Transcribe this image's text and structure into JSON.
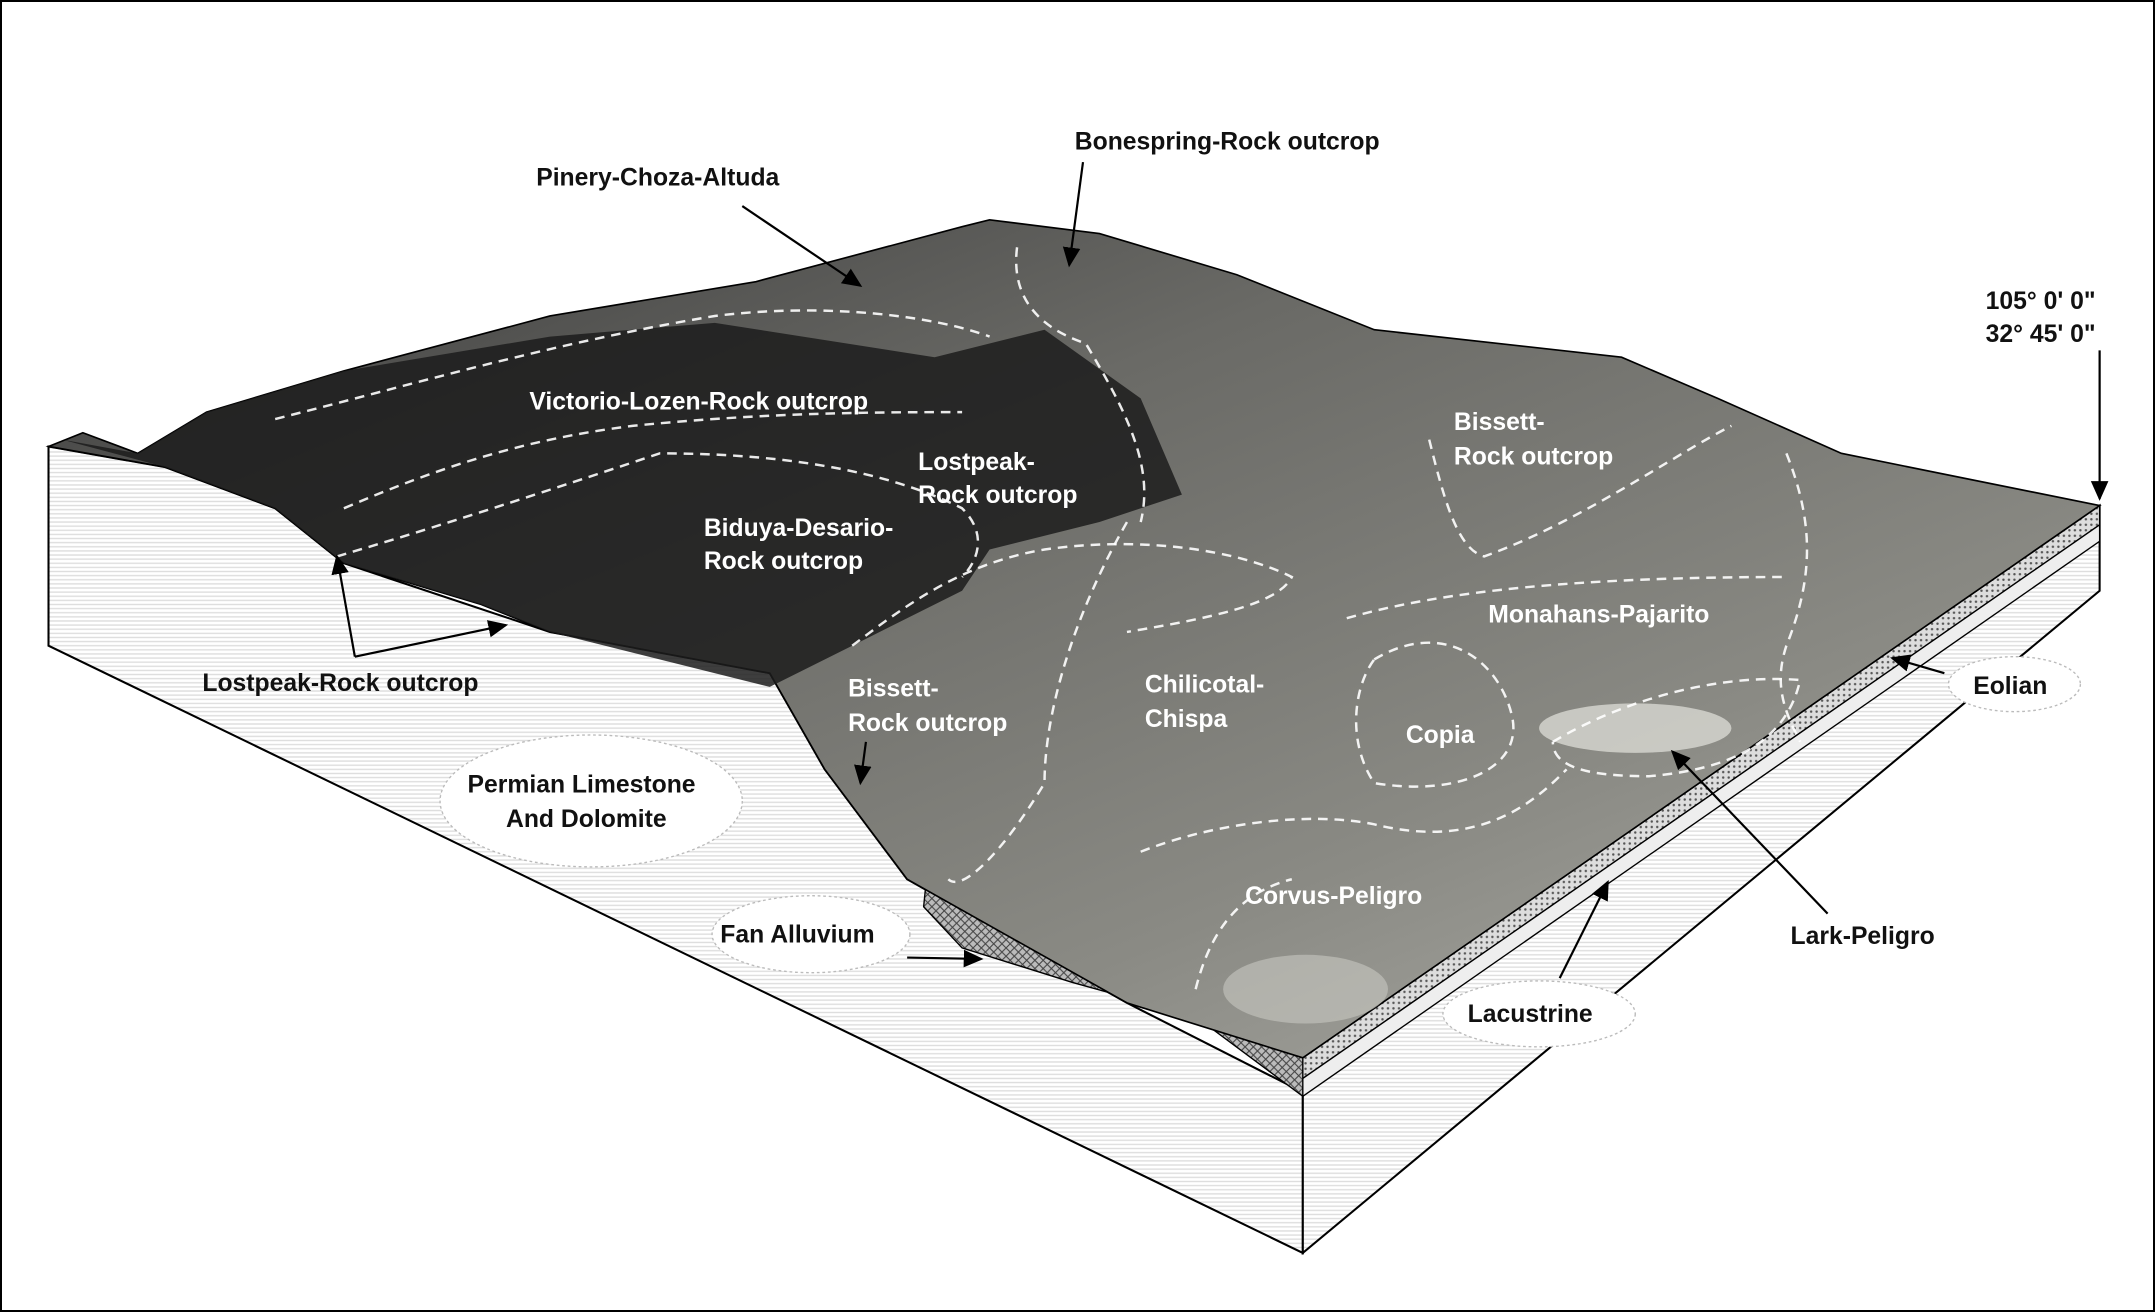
{
  "coordinates": {
    "longitude": "105° 0' 0\"",
    "latitude": "32° 45' 0\""
  },
  "map_units": [
    {
      "label": "Pinery-Choza-Altuda"
    },
    {
      "label": "Bonespring-Rock outcrop"
    },
    {
      "label": "Victorio-Lozen-Rock outcrop"
    },
    {
      "label_line1": "Lostpeak-",
      "label_line2": "Rock outcrop"
    },
    {
      "label_line1": "Biduya-Desario-",
      "label_line2": "Rock outcrop"
    },
    {
      "label_line1": "Bissett-",
      "label_line2": "Rock outcrop"
    },
    {
      "label_line1": "Bissett-",
      "label_line2": "Rock outcrop"
    },
    {
      "label": "Monahans-Pajarito"
    },
    {
      "label_line1": "Chilicotal-",
      "label_line2": "Chispa"
    },
    {
      "label": "Copia"
    },
    {
      "label": "Corvus-Peligro"
    },
    {
      "label": "Lostpeak-Rock outcrop"
    },
    {
      "label": "Lark-Peligro"
    }
  ],
  "parent_materials": {
    "permian_line1": "Permian Limestone",
    "permian_line2": "And Dolomite",
    "fan_alluvium": "Fan Alluvium",
    "lacustrine": "Lacustrine",
    "eolian": "Eolian"
  }
}
